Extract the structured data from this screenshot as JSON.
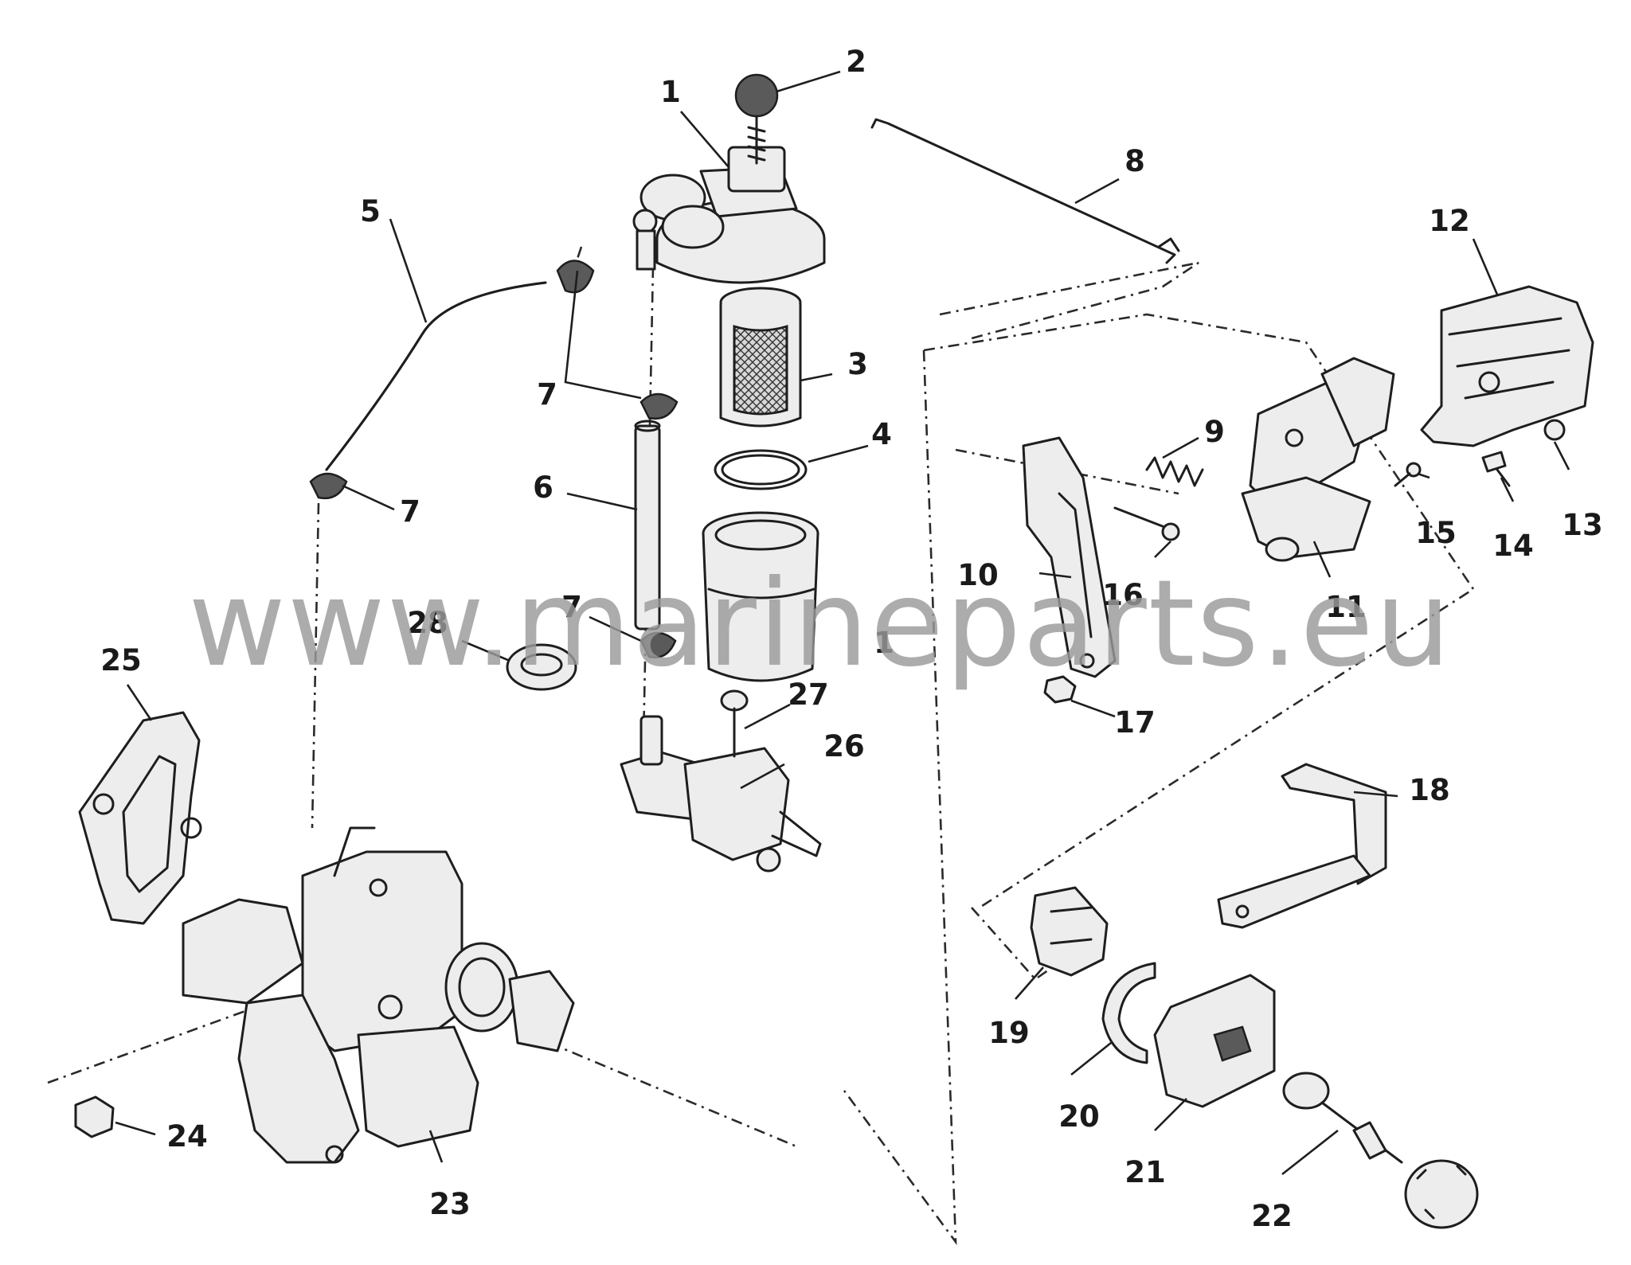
{
  "watermark": "www.marineparts.eu",
  "callouts": [
    "1",
    "2",
    "1",
    "3",
    "4",
    "5",
    "6",
    "7",
    "7",
    "7",
    "8",
    "9",
    "10",
    "11",
    "12",
    "13",
    "14",
    "15",
    "16",
    "17",
    "18",
    "19",
    "20",
    "21",
    "22",
    "23",
    "24",
    "25",
    "26",
    "27",
    "28"
  ]
}
